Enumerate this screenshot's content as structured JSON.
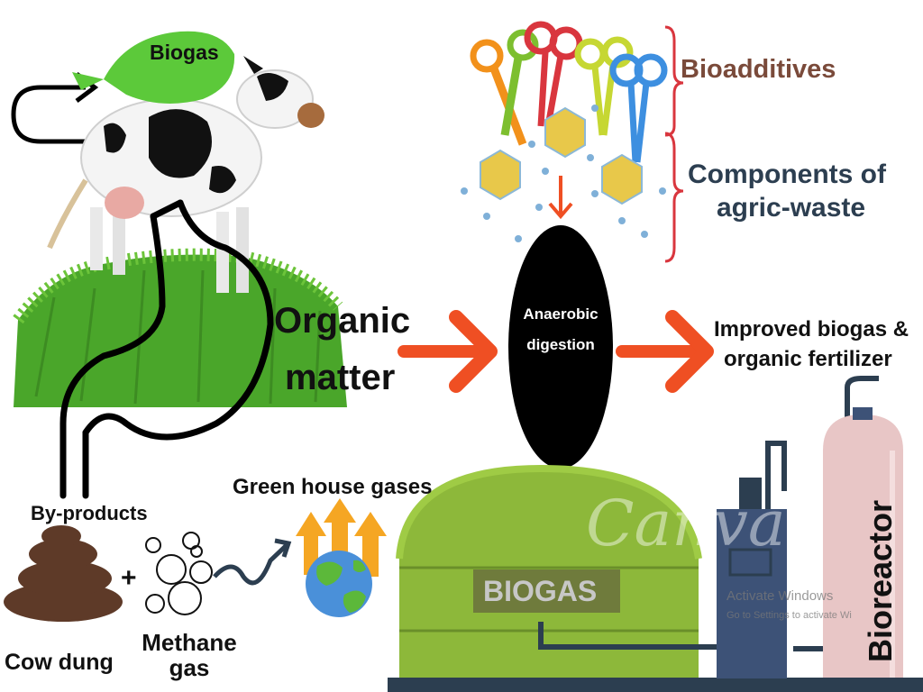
{
  "labels": {
    "biogas_balloon": "Biogas",
    "bioadditives": "Bioadditives",
    "components_line1": "Components of",
    "components_line2": "agric-waste",
    "organic_line1": "Organic",
    "organic_line2": "matter",
    "anaerobic_line1": "Anaerobic",
    "anaerobic_line2": "digestion",
    "improved_line1": "Improved biogas &",
    "improved_line2": "organic fertilizer",
    "green_house_gases": "Green house gases",
    "by_products": "By-products",
    "plus": "+",
    "cow_dung": "Cow dung",
    "methane_line1": "Methane",
    "methane_line2": "gas",
    "tank_label": "BIOGAS",
    "bioreactor": "Bioreactor"
  },
  "watermarks": {
    "brand": "Canva",
    "activate_title": "Activate Windows",
    "activate_sub": "Go to Settings to activate Wi"
  },
  "colors": {
    "accent_brown": "#7a4a3a",
    "accent_navy": "#2c3e50",
    "arrow_orange": "#ef4f23",
    "grass_green": "#4aa62a",
    "tank_green": "#8db83a",
    "balloon_green": "#5cc93a",
    "dung_brown": "#5e3a28",
    "ghg_arrow": "#f5a623",
    "bioreactor_pink": "#e8c6c6",
    "machine_blue": "#3d5277"
  },
  "icons": [
    "cow-icon",
    "stomach-outline-icon",
    "balloon-icon",
    "scissors-icon",
    "molecule-icon",
    "earth-icon",
    "bubbles-icon",
    "dung-icon",
    "biogas-tank-icon",
    "bioreactor-icon"
  ]
}
